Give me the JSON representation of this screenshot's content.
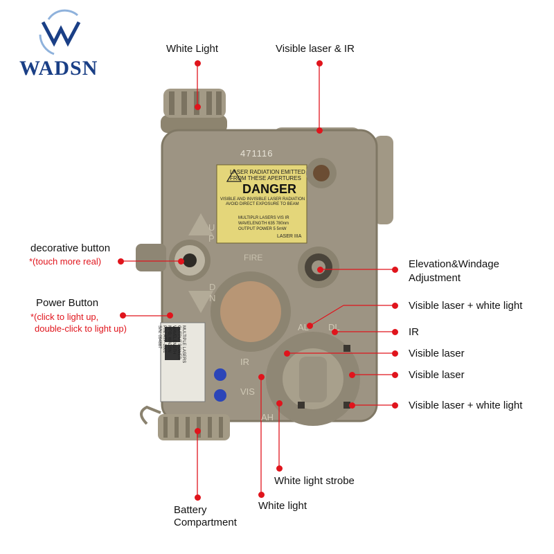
{
  "brand": {
    "logo_text": "WADSN"
  },
  "device": {
    "serial": "471116",
    "fire_text": "FIRE",
    "up_letters": [
      "U",
      "P"
    ],
    "down_letters": [
      "D",
      "N"
    ],
    "mode_ir": "IR",
    "mode_vis": "VIS",
    "mode_al": "AL",
    "mode_dl": "DL",
    "mode_ah": "AH",
    "warning_label": {
      "line1": "LASER RADIATION EMITTED",
      "line2": "FROM THESE APERTURES",
      "danger": "DANGER",
      "line3": "VISIBLE AND INVISIBLE LASER RADIATION",
      "line4": "AVOID DIRECT EXPOSURE TO BEAM",
      "rows": [
        "MULTIPLR LASERS    VIS    IR",
        "WAVELENGTH    635    780nm",
        "OUTPUT POWER    5    5mW"
      ],
      "class": "LASER IIIA"
    },
    "side_label": [
      "MULTIPLE LASERS",
      "OUTPUT POWER",
      "WAVELENGTH",
      "MFG: WADSN",
      "P/N: ATP-1001",
      "S/N: 094887"
    ]
  },
  "callouts": {
    "white_light": "White Light",
    "visible_laser_ir": "Visible laser & IR",
    "decorative_button": "decorative button",
    "decorative_note": "*(touch more real)",
    "power_button": "Power Button",
    "power_note_1": "*(click to light up,",
    "power_note_2": "double-click to light up)",
    "elevation_1": "Elevation&Windage",
    "elevation_2": "Adjustment",
    "vis_white_1": "Visible laser + white light",
    "ir": "IR",
    "visible_laser_1": "Visible laser",
    "visible_laser_2": "Visible laser",
    "vis_white_2": "Visible laser + white light",
    "strobe": "White light strobe",
    "white_light_bottom": "White light",
    "battery_1": "Battery",
    "battery_2": "Compartment"
  },
  "colors": {
    "accent": "#e0141c",
    "device": "#9d9483",
    "logo": "#1a3f86"
  }
}
